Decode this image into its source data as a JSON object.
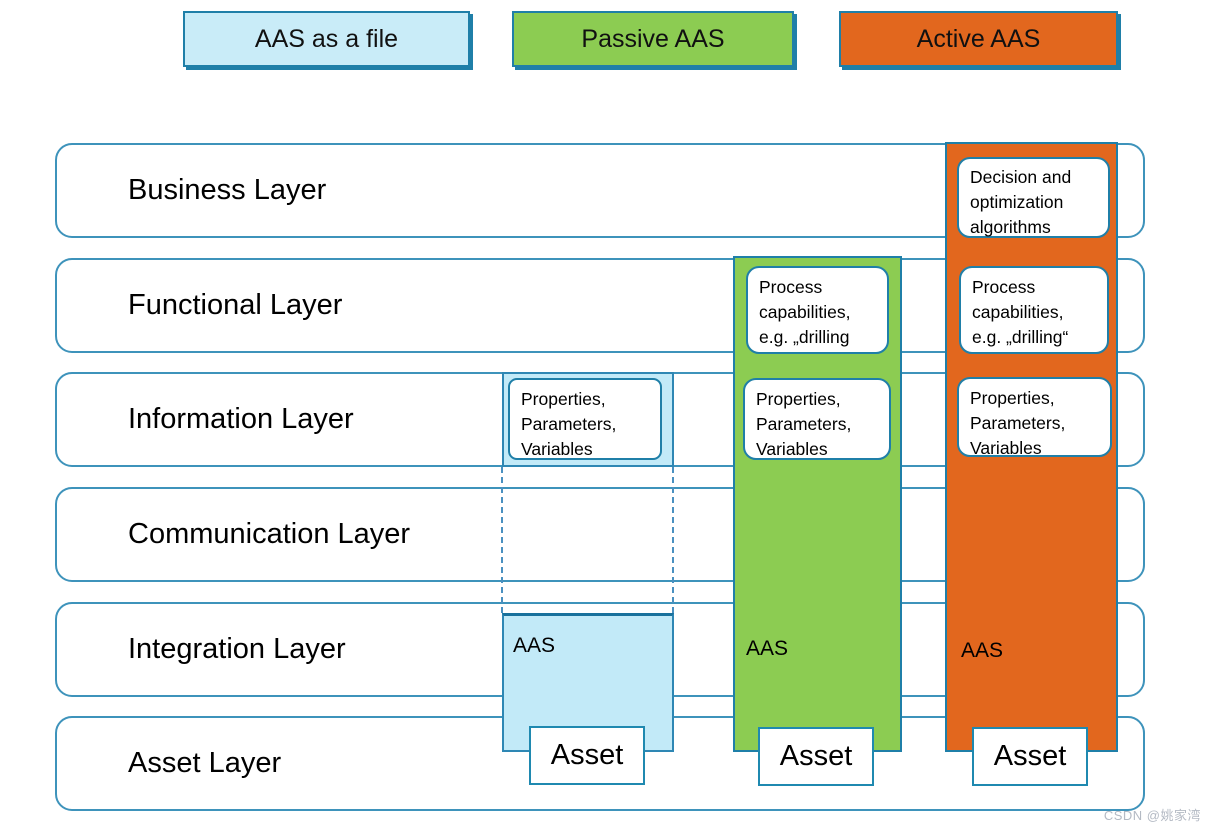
{
  "legend": [
    {
      "label": "AAS as a file",
      "color": "#c9ecf8"
    },
    {
      "label": "Passive AAS",
      "color": "#8ccc52"
    },
    {
      "label": "Active AAS",
      "color": "#e2671e"
    }
  ],
  "layers": [
    {
      "label": "Business Layer"
    },
    {
      "label": "Functional Layer"
    },
    {
      "label": "Information Layer"
    },
    {
      "label": "Communication Layer"
    },
    {
      "label": "Integration Layer"
    },
    {
      "label": "Asset Layer"
    }
  ],
  "columns": {
    "file": {
      "info_box": "Properties,\nParameters,\nVariables",
      "aas_label": "AAS",
      "asset_label": "Asset"
    },
    "passive": {
      "functional_box": "Process\ncapabilities,\ne.g. „drilling",
      "info_box": "Properties,\nParameters,\nVariables",
      "aas_label": "AAS",
      "asset_label": "Asset"
    },
    "active": {
      "business_box": "Decision and\noptimization\nalgorithms",
      "functional_box": "Process\ncapabilities,\ne.g. „drilling“",
      "info_box": "Properties,\nParameters,\nVariables",
      "aas_label": "AAS",
      "asset_label": "Asset"
    }
  },
  "colors": {
    "light_blue": "#c9ecf8",
    "green": "#8ccc52",
    "orange": "#e2671e",
    "border_teal": "#1f7fa8",
    "bar_border": "#3e93bb"
  },
  "watermark": "CSDN @姚家湾"
}
